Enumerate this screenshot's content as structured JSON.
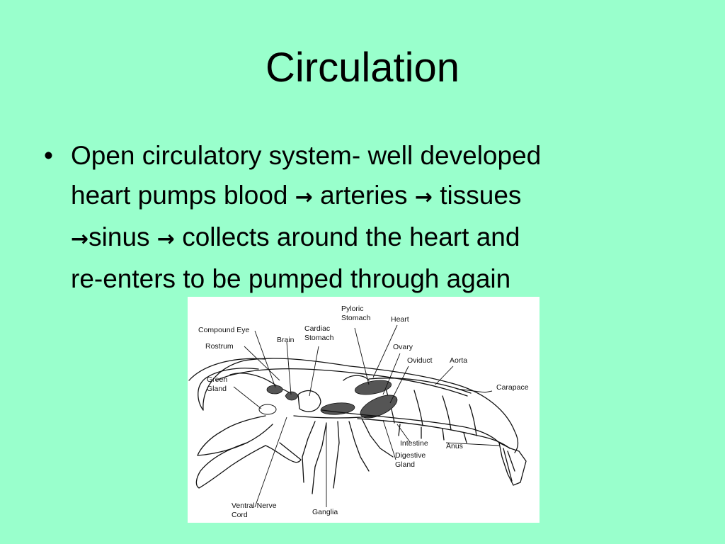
{
  "slide": {
    "title": "Circulation",
    "bullet": {
      "symbol": "•",
      "line1": "Open circulatory system- well developed",
      "line2_a": "heart pumps blood ",
      "arrow": "→",
      "line2_b": " arteries ",
      "line2_c": " tissues",
      "line3_a": "sinus ",
      "line3_b": " collects around the heart and",
      "line4": "re-enters to be pumped through again"
    }
  },
  "diagram": {
    "labels": {
      "compound_eye": "Compound Eye",
      "rostrum": "Rostrum",
      "green_gland_1": "Green",
      "green_gland_2": "Gland",
      "brain": "Brain",
      "cardiac_stomach_1": "Cardiac",
      "cardiac_stomach_2": "Stomach",
      "pyloric_stomach_1": "Pyloric",
      "pyloric_stomach_2": "Stomach",
      "heart": "Heart",
      "ovary": "Ovary",
      "oviduct": "Oviduct",
      "aorta": "Aorta",
      "carapace": "Carapace",
      "intestine": "Intestine",
      "anus": "Anus",
      "digestive_gland_1": "Digestive",
      "digestive_gland_2": "Gland",
      "ventral_nerve_cord_1": "Ventral Nerve",
      "ventral_nerve_cord_2": "Cord",
      "ganglia": "Ganglia"
    }
  },
  "colors": {
    "background": "#99ffcc",
    "figure_background": "#ffffff"
  }
}
